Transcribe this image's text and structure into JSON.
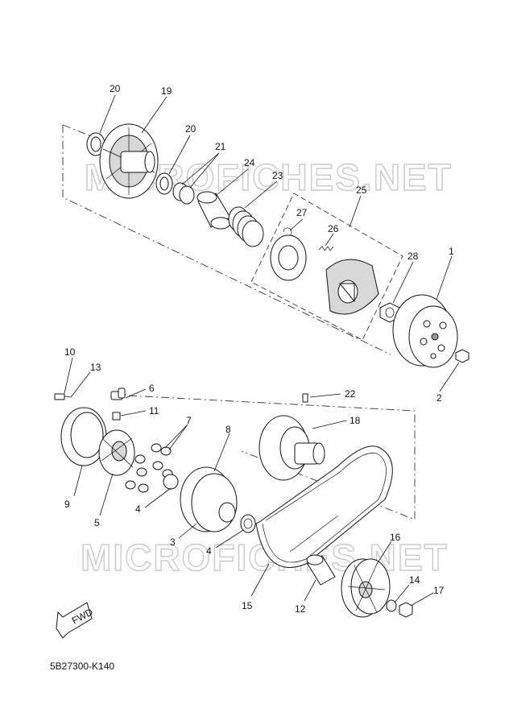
{
  "diagram_code": "5B27300-K140",
  "watermark": "MICROFICHES.NET",
  "direction_label": "FWD",
  "callouts": {
    "p1": "1",
    "p2": "2",
    "p3": "3",
    "p4a": "4",
    "p4b": "4",
    "p5": "5",
    "p6": "6",
    "p7": "7",
    "p8": "8",
    "p9": "9",
    "p10": "10",
    "p11": "11",
    "p12": "12",
    "p13": "13",
    "p14": "14",
    "p15": "15",
    "p16": "16",
    "p17": "17",
    "p18": "18",
    "p19": "19",
    "p20a": "20",
    "p20b": "20",
    "p21": "21",
    "p22": "22",
    "p23": "23",
    "p24": "24",
    "p25": "25",
    "p26": "26",
    "p27": "27",
    "p28": "28"
  }
}
